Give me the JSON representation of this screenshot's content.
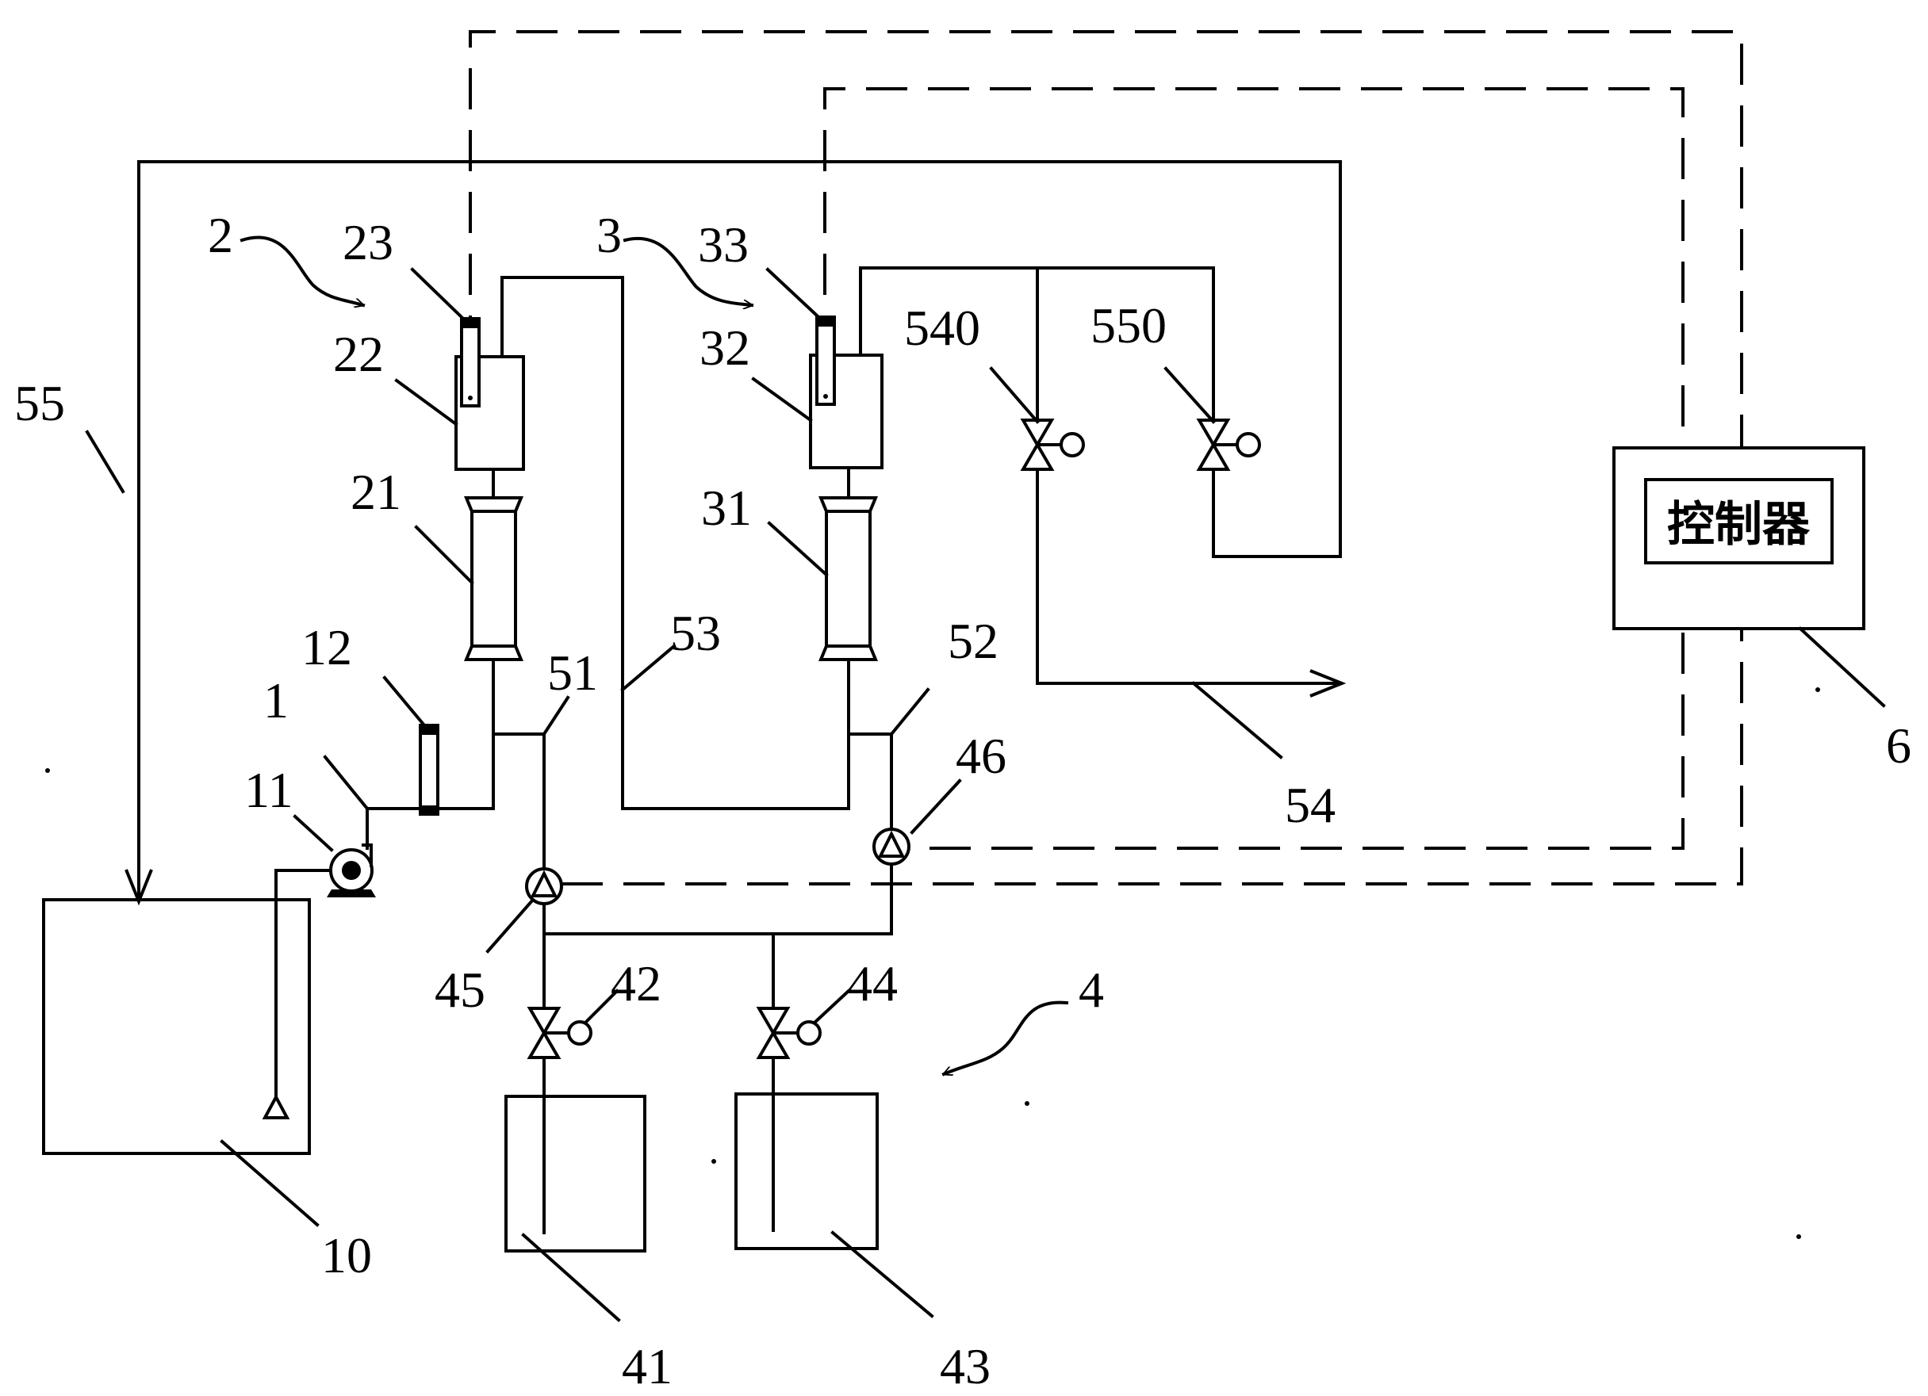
{
  "controller": {
    "text": "控制器"
  },
  "labels": {
    "l1": "1",
    "l2": "2",
    "l3": "3",
    "l4": "4",
    "l6": "6",
    "l10": "10",
    "l11": "11",
    "l12": "12",
    "l21": "21",
    "l22": "22",
    "l23": "23",
    "l31": "31",
    "l32": "32",
    "l33": "33",
    "l41": "41",
    "l42": "42",
    "l43": "43",
    "l44": "44",
    "l45": "45",
    "l46": "46",
    "l51": "51",
    "l52": "52",
    "l53": "53",
    "l54": "54",
    "l55": "55",
    "l540": "540",
    "l550": "550"
  }
}
